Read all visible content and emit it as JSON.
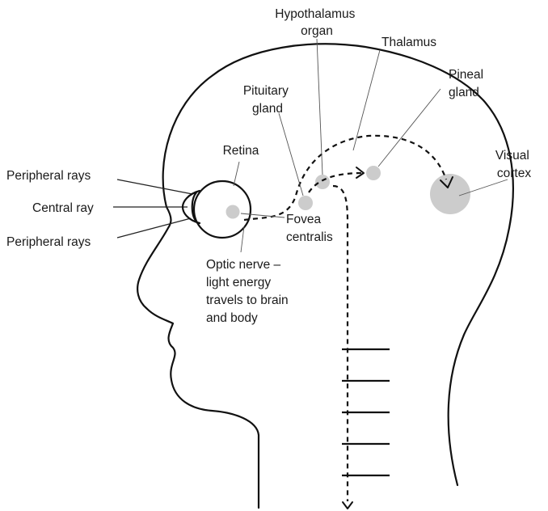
{
  "labels": {
    "hypothalamus": [
      "Hypothalamus",
      "organ"
    ],
    "thalamus": [
      "Thalamus"
    ],
    "pineal": [
      "Pineal",
      "gland"
    ],
    "pituitary": [
      "Pituitary",
      "gland"
    ],
    "retina": [
      "Retina"
    ],
    "visual_cortex": [
      "Visual",
      "cortex"
    ],
    "peripheral_top": [
      "Peripheral rays"
    ],
    "central_ray": [
      "Central ray"
    ],
    "peripheral_bottom": [
      "Peripheral rays"
    ],
    "fovea": [
      "Fovea",
      "centralis"
    ],
    "optic_nerve": [
      "Optic nerve –",
      "light energy",
      "travels to brain",
      "and body"
    ]
  },
  "colors": {
    "outline": "#111111",
    "organ_fill": "#cccccc",
    "leader": "#555555",
    "text": "#1a1a1a"
  }
}
